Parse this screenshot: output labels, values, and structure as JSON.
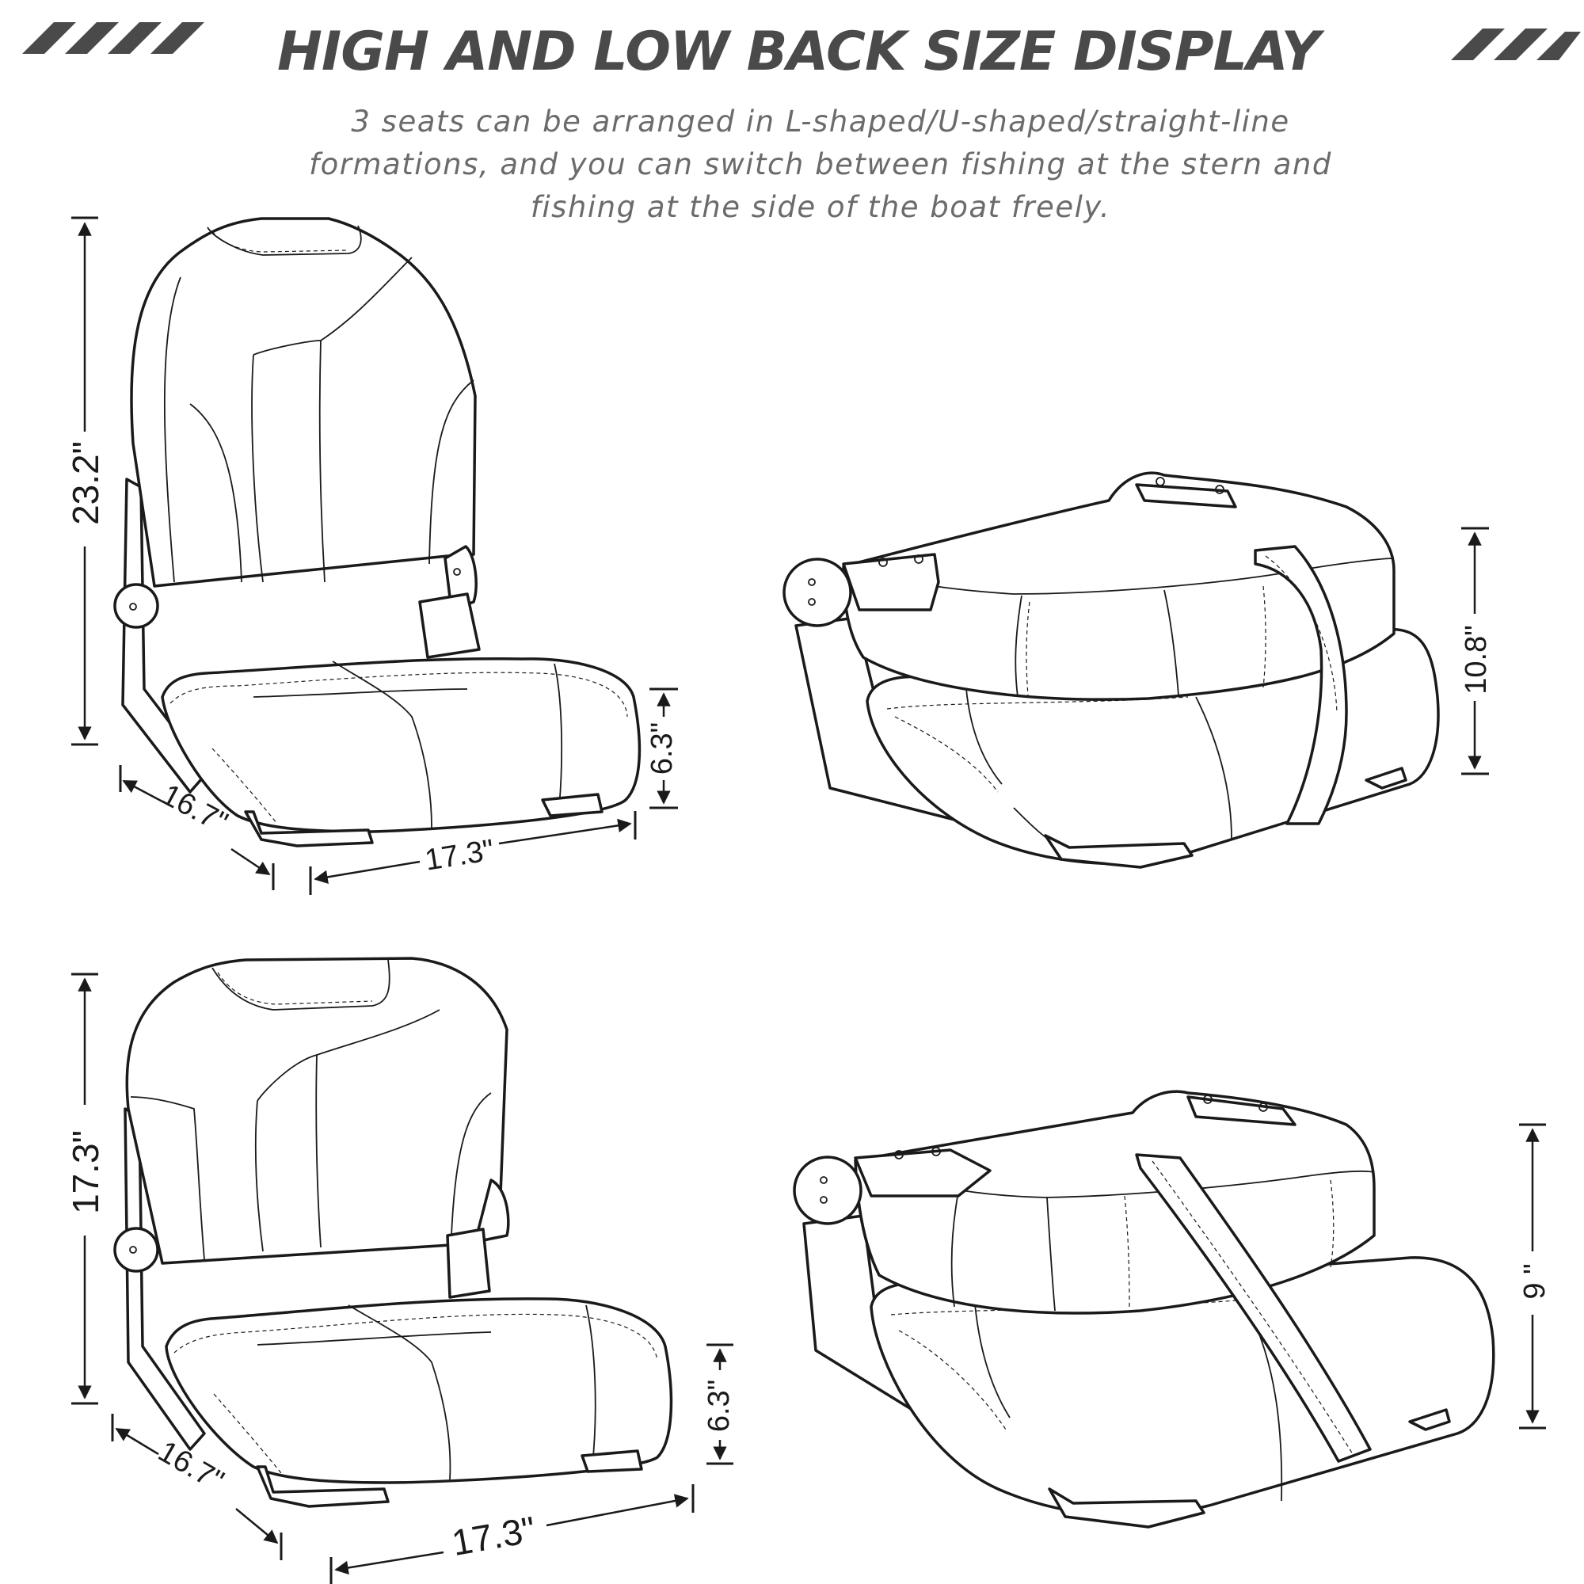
{
  "title": "HIGH AND LOW BACK SIZE DISPLAY",
  "subtitle_lines": [
    "3 seats can be arranged in L-shaped/U-shaped/straight-line",
    "formations, and you can switch between fishing at the stern and",
    "fishing at the side of the boat freely."
  ],
  "high_back": {
    "height": "23.2\"",
    "seat_height": "6.3\"",
    "depth": "16.7\"",
    "width": "17.3\"",
    "folded_height": "10.8\""
  },
  "low_back": {
    "height": "17.3\"",
    "seat_height": "6.3\"",
    "depth": "16.7\"",
    "width": "17.3\"",
    "folded_height": "9 \""
  },
  "colors": {
    "title": "#4a4a4a",
    "subtitle": "#6b6b6b",
    "line": "#1a1a1a"
  }
}
